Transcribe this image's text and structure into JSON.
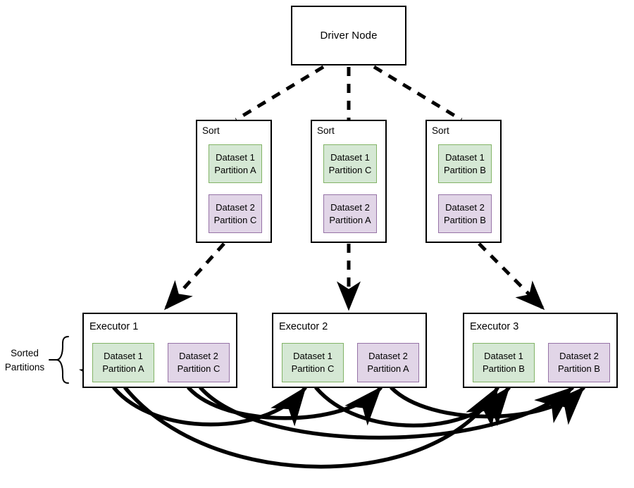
{
  "diagram": {
    "title": "Spark sort and shuffle of sorted partitions across executors",
    "background": "#ffffff",
    "colors": {
      "dataset1_fill": "#d5e8d4",
      "dataset1_stroke": "#82b366",
      "dataset2_fill": "#e1d5e7",
      "dataset2_stroke": "#9673a6",
      "node_stroke": "#000000",
      "node_fill": "#ffffff",
      "edge_color": "#000000"
    }
  },
  "driver": {
    "label": "Driver Node"
  },
  "sort_stage": {
    "nodes": [
      {
        "title": "Sort",
        "partitions": [
          {
            "dataset": "Dataset 1",
            "partition": "Partition A",
            "color": "green"
          },
          {
            "dataset": "Dataset 2",
            "partition": "Partition C",
            "color": "purple"
          }
        ]
      },
      {
        "title": "Sort",
        "partitions": [
          {
            "dataset": "Dataset 1",
            "partition": "Partition C",
            "color": "green"
          },
          {
            "dataset": "Dataset 2",
            "partition": "Partition A",
            "color": "purple"
          }
        ]
      },
      {
        "title": "Sort",
        "partitions": [
          {
            "dataset": "Dataset 1",
            "partition": "Partition B",
            "color": "green"
          },
          {
            "dataset": "Dataset 2",
            "partition": "Partition B",
            "color": "purple"
          }
        ]
      }
    ]
  },
  "executor_stage": {
    "nodes": [
      {
        "title": "Executor 1",
        "partitions": [
          {
            "dataset": "Dataset 1",
            "partition": "Partition A",
            "color": "green"
          },
          {
            "dataset": "Dataset 2",
            "partition": "Partition C",
            "color": "purple"
          }
        ]
      },
      {
        "title": "Executor 2",
        "partitions": [
          {
            "dataset": "Dataset 1",
            "partition": "Partition C",
            "color": "green"
          },
          {
            "dataset": "Dataset 2",
            "partition": "Partition A",
            "color": "purple"
          }
        ]
      },
      {
        "title": "Executor 3",
        "partitions": [
          {
            "dataset": "Dataset 1",
            "partition": "Partition B",
            "color": "green"
          },
          {
            "dataset": "Dataset 2",
            "partition": "Partition B",
            "color": "purple"
          }
        ]
      }
    ]
  },
  "annotations": {
    "sorted_partitions_label": "Sorted\nPartitions"
  },
  "edges": {
    "driver_to_sort": {
      "style": "dashed",
      "count": 3,
      "arrowheads": false
    },
    "sort_to_executor": {
      "style": "dashed",
      "count": 3,
      "arrowheads": true
    },
    "shuffle_curves": {
      "style": "solid",
      "count": 6,
      "arrowheads": true,
      "description": "Curved arrows into each executor partition"
    }
  }
}
